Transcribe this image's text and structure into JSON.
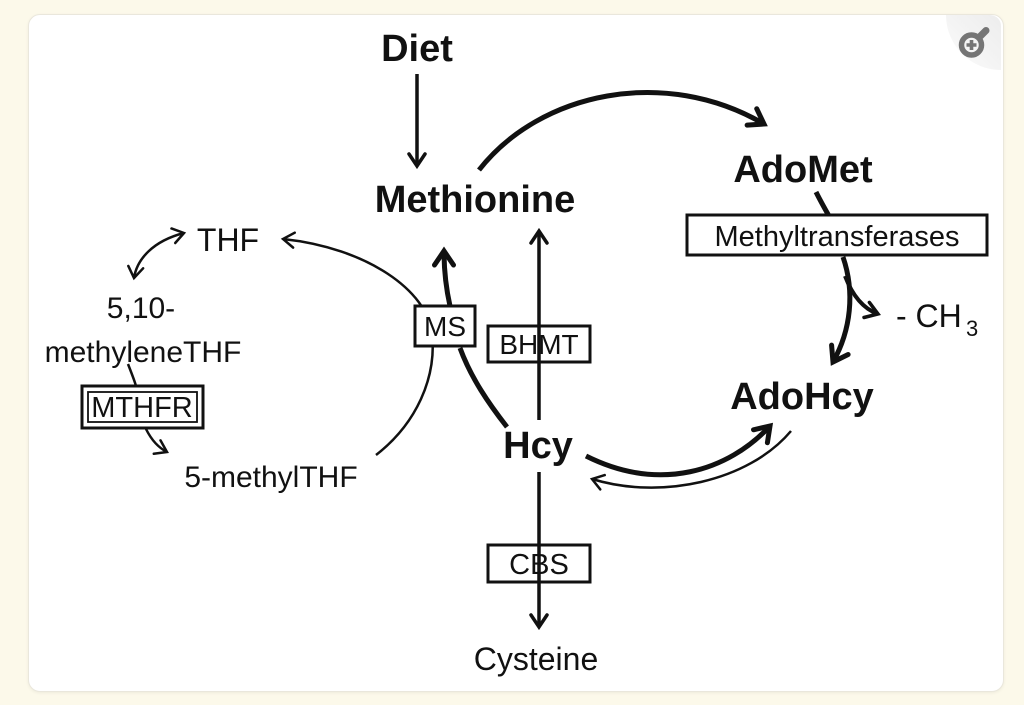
{
  "canvas": {
    "background": "#fcf9ea",
    "card_background": "#ffffff",
    "ink": "#111111",
    "card_border": "#eae7dc"
  },
  "controls": {
    "zoom_button": {
      "icon": "magnifier-plus-icon",
      "icon_color": "#757575"
    }
  },
  "diagram": {
    "metabolites": {
      "diet": "Diet",
      "methionine": "Methionine",
      "adomet": "AdoMet",
      "adohcy": "AdoHcy",
      "hcy": "Hcy",
      "thf": "THF",
      "methylene_thf_line1": "5,10-",
      "methylene_thf_line2": "methyleneTHF",
      "five_methyl_thf": "5-methylTHF",
      "cysteine": "Cysteine"
    },
    "enzymes": {
      "ms": "MS",
      "bhmt": "BHMT",
      "mthfr": "MTHFR",
      "cbs": "CBS",
      "methyltransferases": "Methyltransferases"
    },
    "byproduct": {
      "label": "- CH",
      "subscript": "3"
    }
  }
}
